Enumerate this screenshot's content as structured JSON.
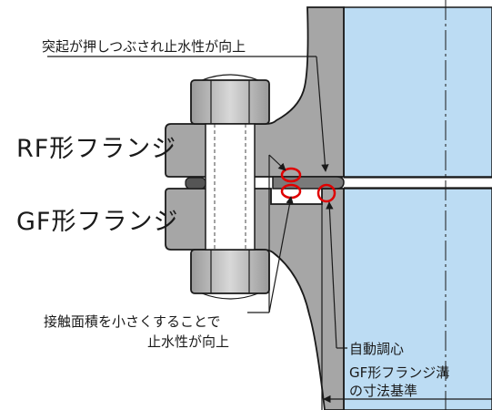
{
  "labels": {
    "top_note": "突起が押しつぶされ止水性が向上",
    "rf_flange": "RF形フランジ",
    "gf_flange": "GF形フランジ",
    "contact_line1": "接触面積を小さくすることで",
    "contact_line2": "止水性が向上",
    "self_align": "自動調心",
    "groove_line1": "GF形フランジ溝",
    "groove_line2": "の寸法基準"
  },
  "colors": {
    "flange_gray": "#a6a6a6",
    "pipe_blue": "#bcdcf3",
    "highlight_red": "#e00000",
    "line": "#1a1a1a"
  }
}
